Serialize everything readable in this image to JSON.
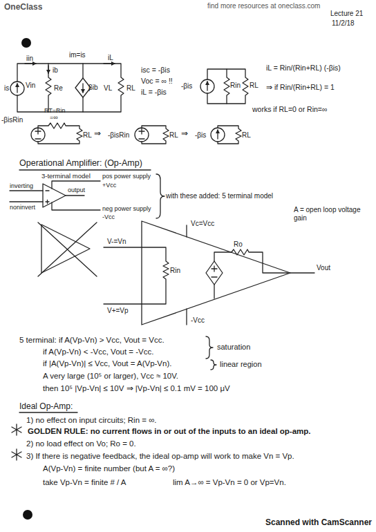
{
  "diagram": {
    "labels": [
      "OneClass",
      "find more resources at oneclass.com",
      "Lecture 21",
      "11/2/18",
      "im=is",
      "is",
      "iin",
      "Vin",
      "ib",
      "Re",
      "βib",
      "iL",
      "VL",
      "RL",
      "isc = -βis",
      "Voc = ∞ !!",
      "iL = -βis",
      "-βis",
      "Rin",
      "RL",
      "iL = Rin/(Rin+RL) (-βis)",
      "⇒ if Rin/(Rin+RL) = 1",
      "works if RL=0 or Rin=∞",
      "-βisRin",
      "RT=Rin",
      "=∞",
      "RL",
      "⇒",
      "-βisRin",
      "RL",
      "⇒",
      "-βis",
      "RL",
      "Operational Amplifier: (Op-Amp)",
      "3-terminal model",
      "inverting",
      "noninvert",
      "output",
      "pos power supply",
      "+Vcc",
      "neg power supply",
      "-Vcc",
      "with these added: 5 terminal model",
      "Vc=Vcc",
      "V-=Vn",
      "V+=Vp",
      "Rin",
      "Ro",
      "Vout",
      "A = open loop voltage gain",
      "5 terminal: if A(Vp-Vn) > Vcc, Vout = Vcc.",
      "if A(Vp-Vn) < -Vcc, Vout = -Vcc.",
      "saturation",
      "if |A(Vp-Vn)| ≤ Vcc, Vout = A(Vp-Vn).",
      "linear region",
      "A very large (10⁵ or larger), Vcc ≈ 10V.",
      "then 10⁵ |Vp-Vn| ≤ 10V ⇒ |Vp-Vn| ≤ 0.1 mV = 100 μV",
      "Ideal Op-Amp:",
      "1) no effect on input circuits; Rin = ∞.",
      "GOLDEN RULE: no current flows in or out of the inputs to an ideal op-amp.",
      "2) no load effect on Vo; Ro = 0.",
      "3) If there is negative feedback, the ideal op-amp will work to make Vn = Vp.",
      "A(Vp-Vn) = finite number (but A = ∞?)",
      "take Vp-Vn = finite # / A",
      "lim A→∞ = Vp-Vn = 0 or Vp=Vn.",
      "Scanned with CamScanner",
      "-Vcc"
    ]
  }
}
